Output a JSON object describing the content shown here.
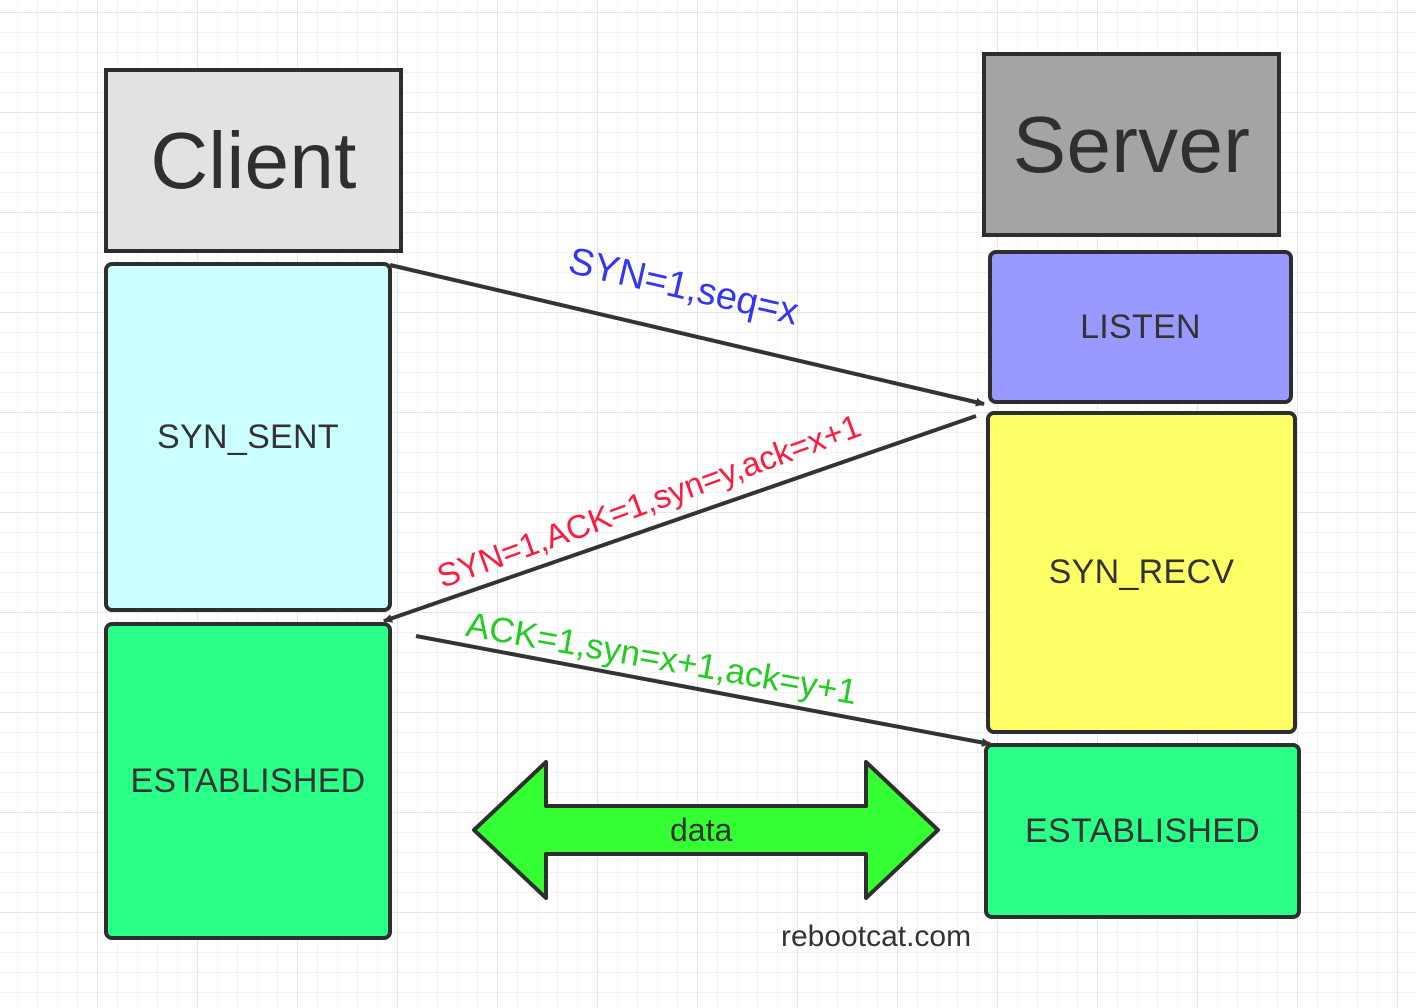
{
  "client": {
    "title": "Client",
    "states": {
      "syn_sent": "SYN_SENT",
      "established": "ESTABLISHED"
    }
  },
  "server": {
    "title": "Server",
    "states": {
      "listen": "LISTEN",
      "syn_recv": "SYN_RECV",
      "established": "ESTABLISHED"
    }
  },
  "messages": {
    "syn": "SYN=1,seq=x",
    "syn_ack": "SYN=1,ACK=1,syn=y,ack=x+1",
    "ack": "ACK=1,syn=x+1,ack=y+1"
  },
  "data_arrow_label": "data",
  "watermark": "rebootcat.com",
  "colors": {
    "client_header": "#e2e2e2",
    "server_header": "#a4a4a4",
    "syn_sent": "#ccffff",
    "listen": "#9999ff",
    "syn_recv": "#ffff66",
    "established": "#2aff87",
    "data_arrow": "#33ff33",
    "syn_text": "#3333ff",
    "syn_ack_text": "#ff1a3d",
    "ack_text": "#22cc22",
    "border": "#2e2e2e"
  }
}
